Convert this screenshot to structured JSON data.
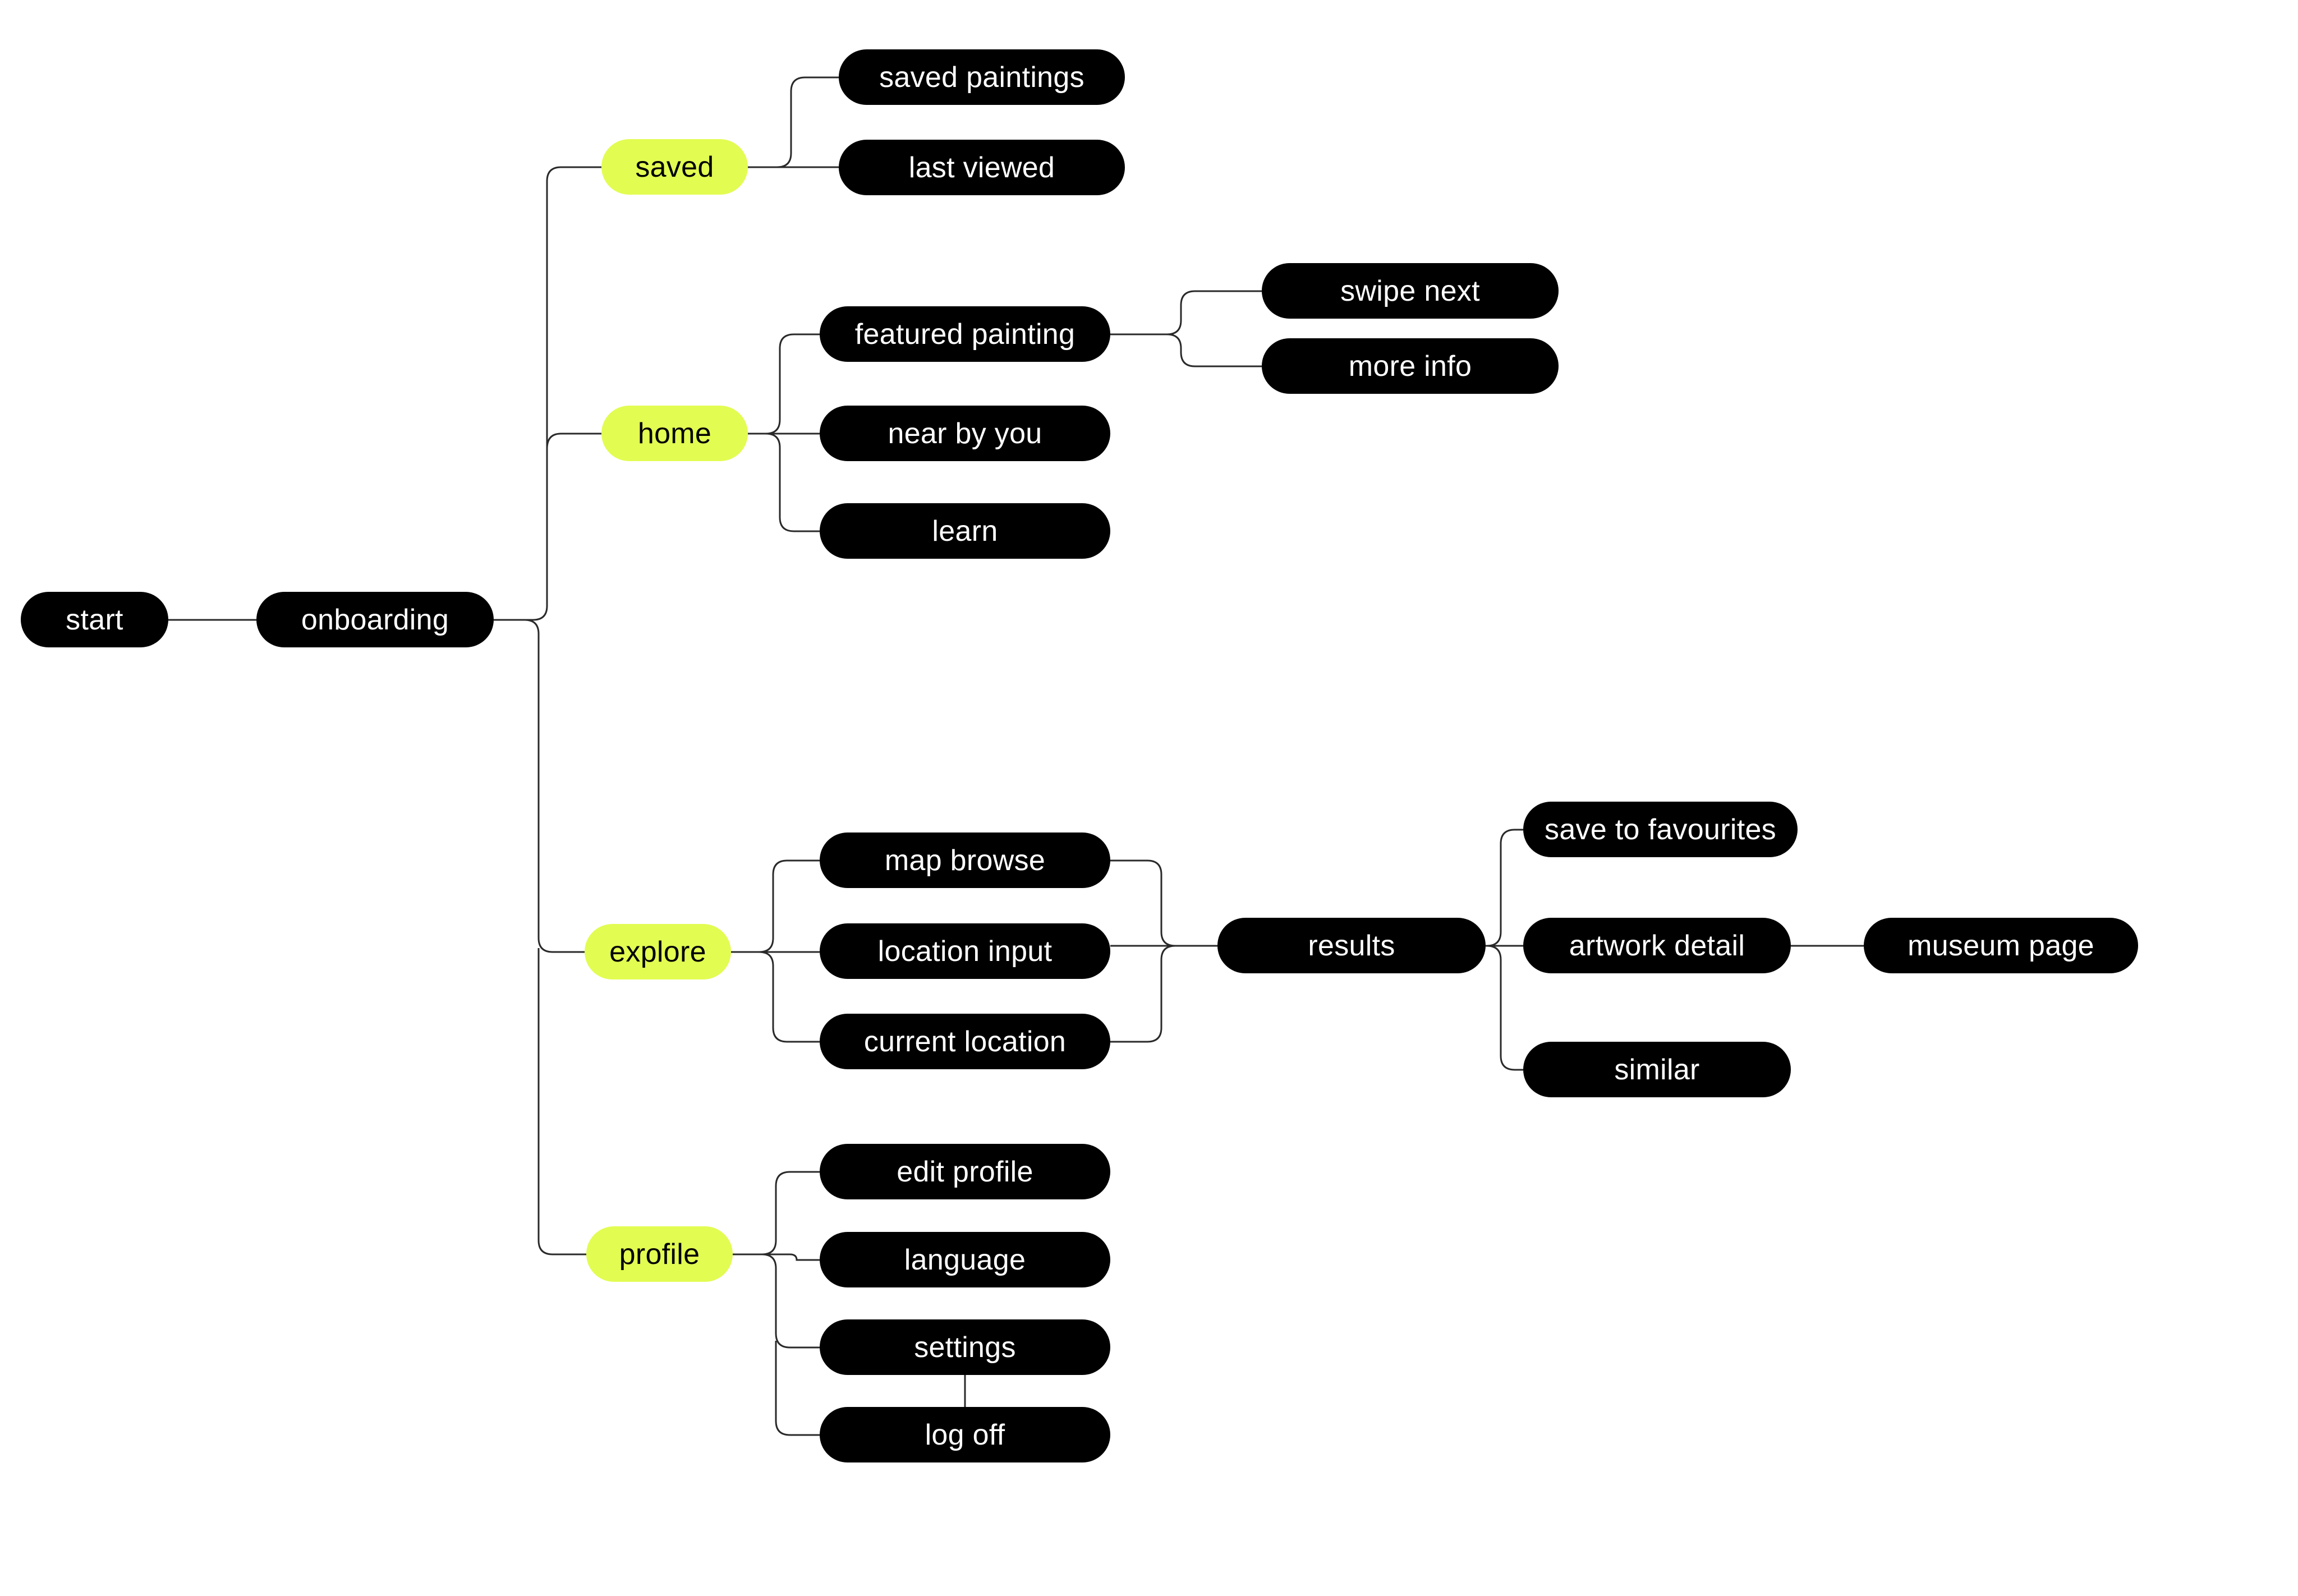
{
  "colors": {
    "background": "#ffffff",
    "node_dark": "#000000",
    "node_dark_text": "#ffffff",
    "node_accent": "#e3fc52",
    "node_accent_text": "#000000",
    "connector": "#2a2a2a"
  },
  "nodes": {
    "start": "start",
    "onboarding": "onboarding",
    "saved": "saved",
    "home": "home",
    "explore": "explore",
    "profile": "profile",
    "saved_paintings": "saved paintings",
    "last_viewed": "last viewed",
    "featured_painting": "featured painting",
    "near_by_you": "near by you",
    "learn": "learn",
    "swipe_next": "swipe next",
    "more_info": "more info",
    "map_browse": "map browse",
    "location_input": "location input",
    "current_location": "current location",
    "results": "results",
    "save_to_favourites": "save to favourites",
    "artwork_detail": "artwork detail",
    "similar": "similar",
    "museum_page": "museum page",
    "edit_profile": "edit profile",
    "language": "language",
    "settings": "settings",
    "log_off": "log off"
  }
}
